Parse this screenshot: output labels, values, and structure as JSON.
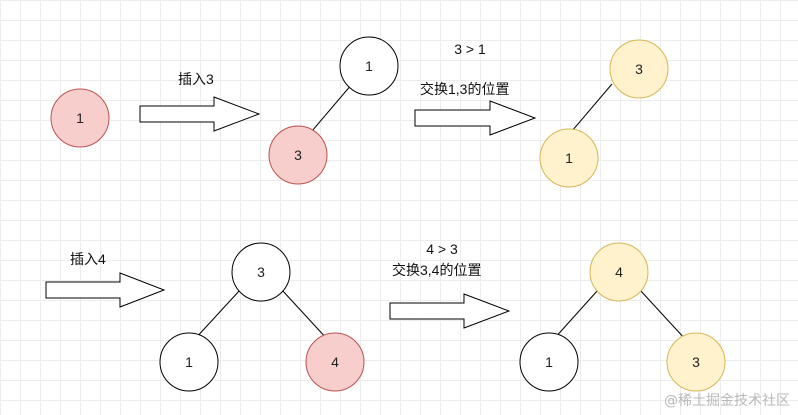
{
  "colors": {
    "inserted_fill": "#f8cecc",
    "inserted_stroke": "#b85450",
    "swapped_fill": "#fff2cc",
    "swapped_stroke": "#d6b656",
    "default_fill": "#ffffff",
    "default_stroke": "#000000"
  },
  "captions": {
    "insert_3": "插入3",
    "compare_3_1": "3 > 1",
    "swap_1_3": "交换1,3的位置",
    "insert_4": "插入4",
    "compare_4_3": "4 > 3",
    "swap_3_4": "交换3,4的位置"
  },
  "nodes": {
    "start_1": "1",
    "step1_root": "1",
    "step1_child": "3",
    "step2_root": "3",
    "step2_child": "1",
    "step3_root": "3",
    "step3_left": "1",
    "step3_right": "4",
    "step4_root": "4",
    "step4_left": "1",
    "step4_right": "3"
  },
  "watermark": "@稀土掘金技术社区"
}
